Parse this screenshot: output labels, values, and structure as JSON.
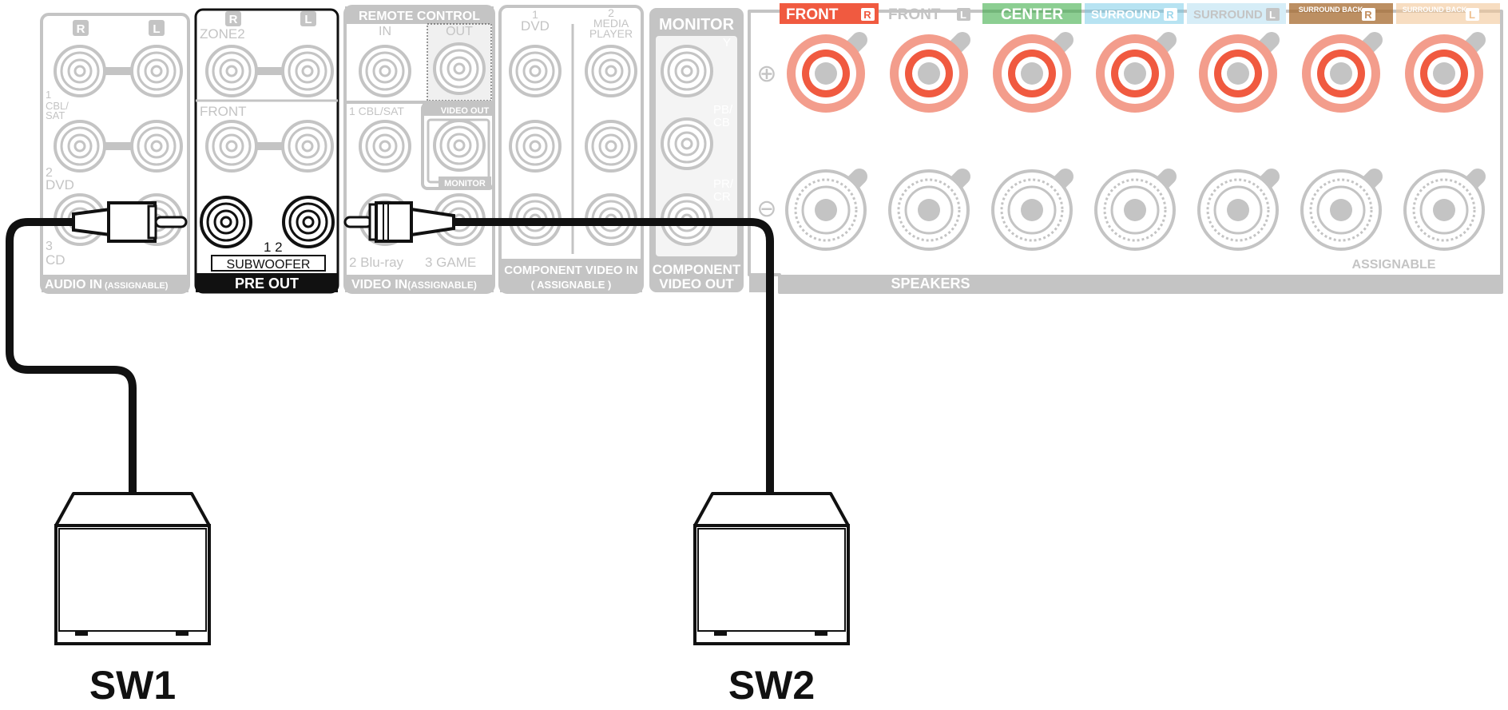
{
  "audio_in": {
    "ch_r": "R",
    "ch_l": "L",
    "row1_num": "1",
    "row1_name_a": "CBL/",
    "row1_name_b": "SAT",
    "row2_num": "2",
    "row2_name": "DVD",
    "row3_num": "3",
    "row3_name": "CD",
    "footer_main": "AUDIO IN",
    "footer_sub": "(ASSIGNABLE)"
  },
  "pre_out": {
    "ch_r": "R",
    "ch_l": "L",
    "zone2": "ZONE2",
    "front": "FRONT",
    "subwoofer_numbers": "1  2",
    "subwoofer_label": "SUBWOOFER",
    "footer": "PRE OUT"
  },
  "remote_video": {
    "remote_header": "REMOTE CONTROL",
    "remote_in": "IN",
    "remote_out": "OUT",
    "cbl_sat": "1 CBL/SAT",
    "video_out": "VIDEO OUT",
    "monitor": "MONITOR",
    "bottom_left": "2 Blu-ray",
    "bottom_right": "3 GAME",
    "footer_main": "VIDEO IN",
    "footer_sub": "(ASSIGNABLE)"
  },
  "component_in": {
    "col1_num": "1",
    "col1_name": "DVD",
    "col2_num": "2",
    "col2_name_a": "MEDIA",
    "col2_name_b": "PLAYER",
    "footer_a": "COMPONENT VIDEO IN",
    "footer_b": "( ASSIGNABLE )"
  },
  "component_out": {
    "monitor": "MONITOR",
    "y": "Y",
    "pb": "PB/",
    "cb": "CB",
    "pr": "PR/",
    "cr": "CR",
    "footer_a": "COMPONENT",
    "footer_b": "VIDEO OUT"
  },
  "speakers": {
    "plus_symbol": "⊕",
    "minus_symbol": "⊖",
    "channels": [
      {
        "label": "FRONT",
        "side": "R",
        "color": "#f05a40"
      },
      {
        "label": "FRONT",
        "side": "L",
        "color": "#ffffff"
      },
      {
        "label": "CENTER",
        "side": "",
        "color": "#3fae49"
      },
      {
        "label": "SURROUND",
        "side": "R",
        "color": "#6fc8e6"
      },
      {
        "label": "SURROUND",
        "side": "L",
        "color": "#d6edf7"
      },
      {
        "label": "SURROUND BACK",
        "side": "R",
        "color": "#a66a2e"
      },
      {
        "label": "SURROUND BACK",
        "side": "L",
        "color": "#f2c797"
      }
    ],
    "assignable": "ASSIGNABLE",
    "footer": "SPEAKERS"
  },
  "colors": {
    "panel_gray": "#c4c4c4",
    "terminal_red": "#f05a40",
    "cable": "#111111",
    "subwoofer_body": "#ffffff"
  },
  "subwoofers": {
    "sw1": "SW1",
    "sw2": "SW2"
  }
}
